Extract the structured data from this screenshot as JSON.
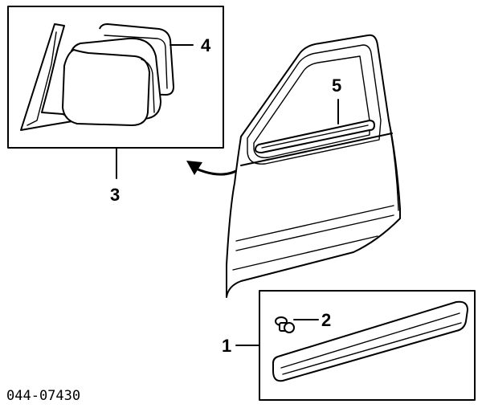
{
  "labels": {
    "part_1": "1",
    "part_2": "2",
    "part_3": "3",
    "part_4": "4",
    "part_5": "5"
  },
  "diagram_id": "044-07430",
  "colors": {
    "line": "#000000",
    "background": "#ffffff"
  }
}
